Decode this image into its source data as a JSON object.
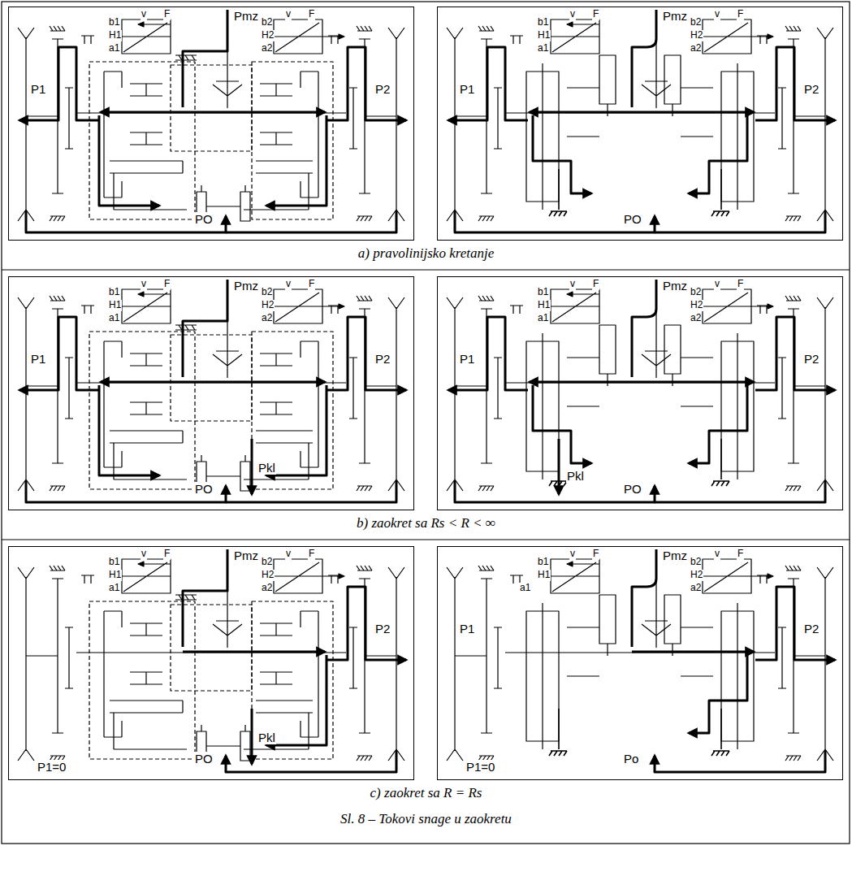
{
  "diagram": {
    "caption": "Sl. 8 – Tokovi snage u zaokretu",
    "nodes": [
      {
        "text": [
          "b1",
          "v",
          "F",
          "H1",
          "a1",
          "Pmz",
          "b2",
          "v",
          "F",
          "H2",
          "a2",
          "P1",
          "P2",
          "PO"
        ]
      },
      {
        "text": [
          "b1",
          "v",
          "F",
          "H1",
          "a1",
          "Pmz",
          "b2",
          "v",
          "F",
          "H2",
          "a2",
          "P1",
          "P2",
          "PO"
        ]
      },
      {
        "text": [
          "b1",
          "v",
          "F",
          "H1",
          "a1",
          "Pmz",
          "b2",
          "v",
          "F",
          "H2",
          "a2",
          "P1",
          "P2",
          "Pkl",
          "PO"
        ]
      },
      {
        "text": [
          "b1",
          "v",
          "F",
          "H1",
          "a1",
          "Pmz",
          "b2",
          "v",
          "F",
          "H2",
          "a2",
          "P1",
          "P2",
          "Pkl",
          "PO"
        ]
      },
      {
        "text": [
          "b1",
          "v",
          "F",
          "H1",
          "a1",
          "Pmz",
          "b2",
          "v",
          "F",
          "H2",
          "a2",
          "P2",
          "Pkl",
          "PO",
          "P1=0"
        ]
      },
      {
        "text": [
          "a1",
          "b1",
          "v",
          "F",
          "H1",
          "Pmz",
          "b2",
          "v",
          "F",
          "H2",
          "a2",
          "P1",
          "P2",
          "Po",
          "P1=0"
        ]
      }
    ],
    "labels": [
      "a) pravolinijsko kretanje",
      "b) zaokret sa Rs < R < ∞",
      "c) zaokret sa R = Rs"
    ]
  }
}
